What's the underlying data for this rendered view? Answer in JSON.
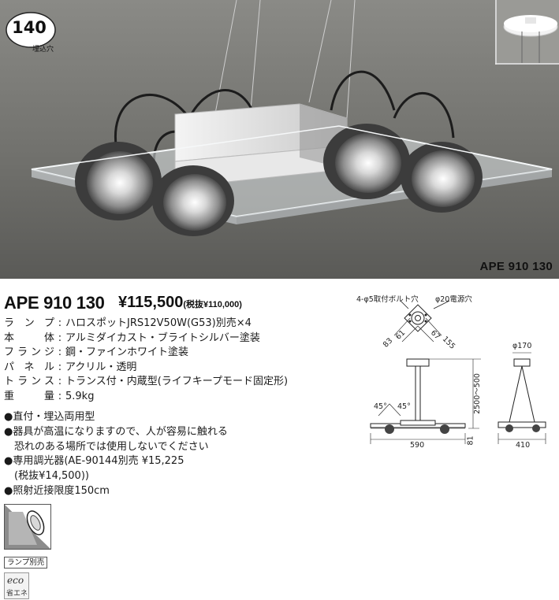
{
  "photo": {
    "badge_number": "140",
    "badge_subtext": "埋込穴",
    "model_caption": "APE 910 130"
  },
  "product": {
    "model": "APE 910 130",
    "price": "¥115,500",
    "price_tax_note": "(税抜¥110,000)"
  },
  "specs": [
    {
      "label": "ランプ",
      "value": "ハロスポットJRS12V50W(G53)別売×4"
    },
    {
      "label": "本体",
      "value": "アルミダイカスト・ブライトシルバー塗装"
    },
    {
      "label": "フランジ",
      "value": "鋼・ファインホワイト塗装"
    },
    {
      "label": "パネル",
      "value": "アクリル・透明"
    },
    {
      "label": "トランス",
      "value": "トランス付・内蔵型(ライフキープモード固定形)"
    },
    {
      "label": "重量",
      "value": "5.9kg"
    }
  ],
  "notes": [
    "●直付・埋込両用型",
    "●器具が高温になりますので、人が容易に触れる",
    "恐れのある場所では使用しないでください",
    "●専用調光器(AE-90144別売 ¥15,225",
    "(税抜¥14,500))",
    "●照射近接限度150cm"
  ],
  "icons": {
    "lamp_tag": "ランプ別売",
    "eco_word": "eco",
    "eco_sub": "省エネ"
  },
  "diagram": {
    "bolt_holes": "4-φ5取付ボルト穴",
    "power_hole": "φ20電源穴",
    "dim_83": "83",
    "dim_61": "61",
    "dim_67": "67",
    "dim_155": "155",
    "dim_170": "φ170",
    "height": "2500～500",
    "angle_left": "45°",
    "angle_right": "45°",
    "width_front": "590",
    "width_side": "410",
    "depth": "81"
  }
}
